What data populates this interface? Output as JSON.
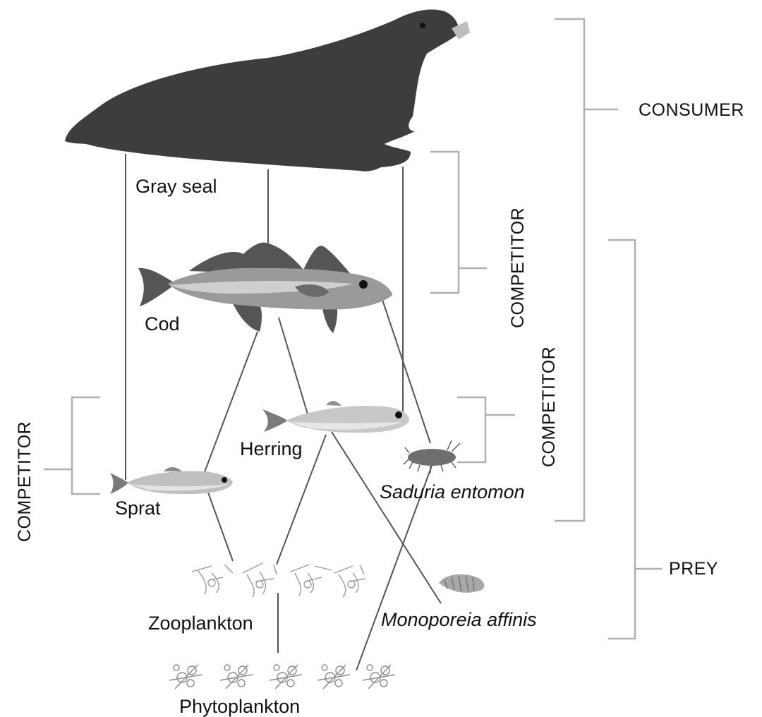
{
  "organisms": {
    "gray_seal": "Gray seal",
    "cod": "Cod",
    "herring": "Herring",
    "sprat": "Sprat",
    "saduria": "Saduria entomon",
    "zooplankton": "Zooplankton",
    "monoporeia": "Monoporeia affinis",
    "phytoplankton": "Phytoplankton"
  },
  "roles": {
    "consumer": "CONSUMER",
    "prey": "PREY",
    "competitor_seal_cod": "COMPETITOR",
    "competitor_herring_saduria": "COMPETITOR",
    "competitor_sprat": "COMPETITOR"
  },
  "colors": {
    "seal": "#3d3d3d",
    "fish_body": "#b8b8b8",
    "fish_dark": "#555555",
    "link": "#555555",
    "bracket": "#b0b0b0"
  }
}
